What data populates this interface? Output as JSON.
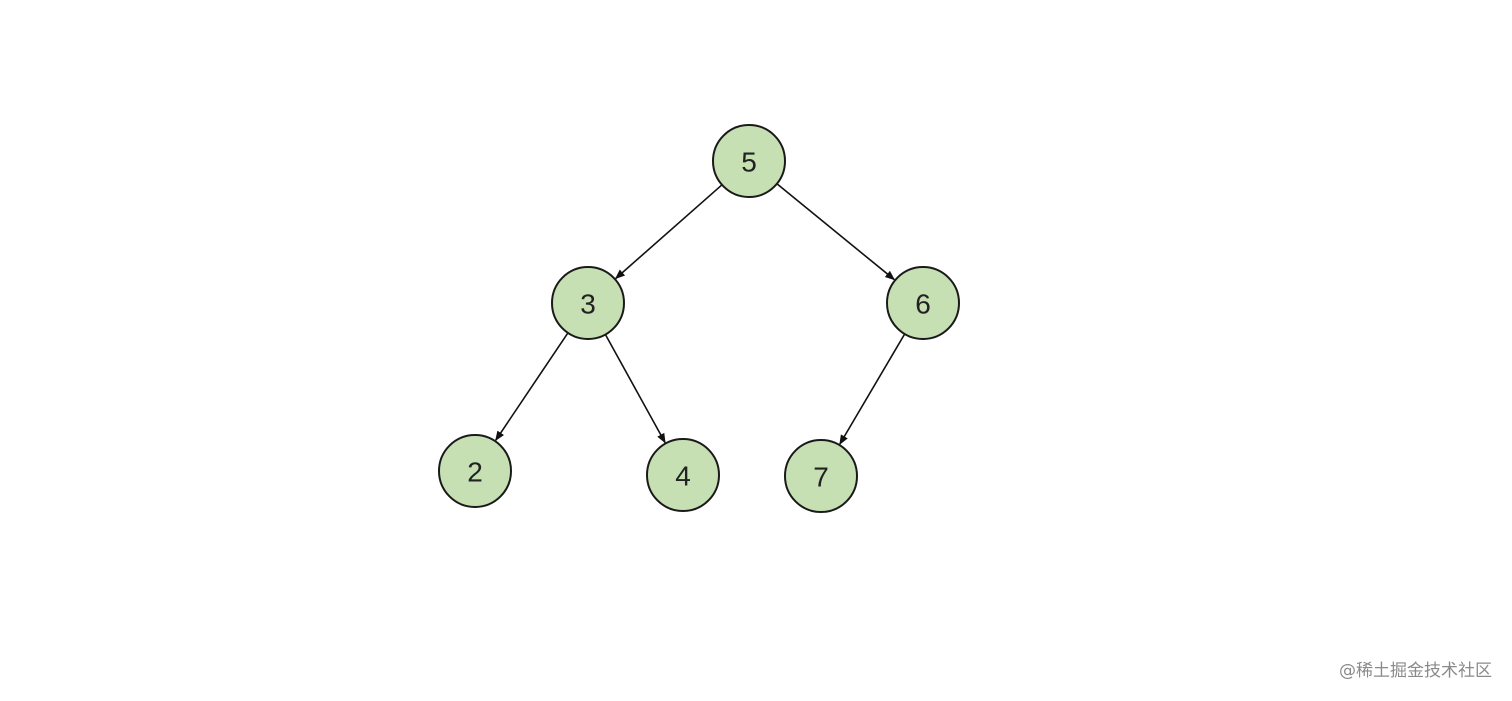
{
  "diagram": {
    "type": "binary-tree",
    "node_fill": "#c6e0b4",
    "node_stroke": "#1a1a1a",
    "nodes": [
      {
        "id": "n5",
        "label": "5"
      },
      {
        "id": "n3",
        "label": "3"
      },
      {
        "id": "n6",
        "label": "6"
      },
      {
        "id": "n2",
        "label": "2"
      },
      {
        "id": "n4",
        "label": "4"
      },
      {
        "id": "n7",
        "label": "7"
      }
    ],
    "edges": [
      {
        "from": "n5",
        "to": "n3"
      },
      {
        "from": "n5",
        "to": "n6"
      },
      {
        "from": "n3",
        "to": "n2"
      },
      {
        "from": "n3",
        "to": "n4"
      },
      {
        "from": "n6",
        "to": "n7"
      }
    ]
  },
  "watermark": {
    "text": "@稀土掘金技术社区"
  }
}
